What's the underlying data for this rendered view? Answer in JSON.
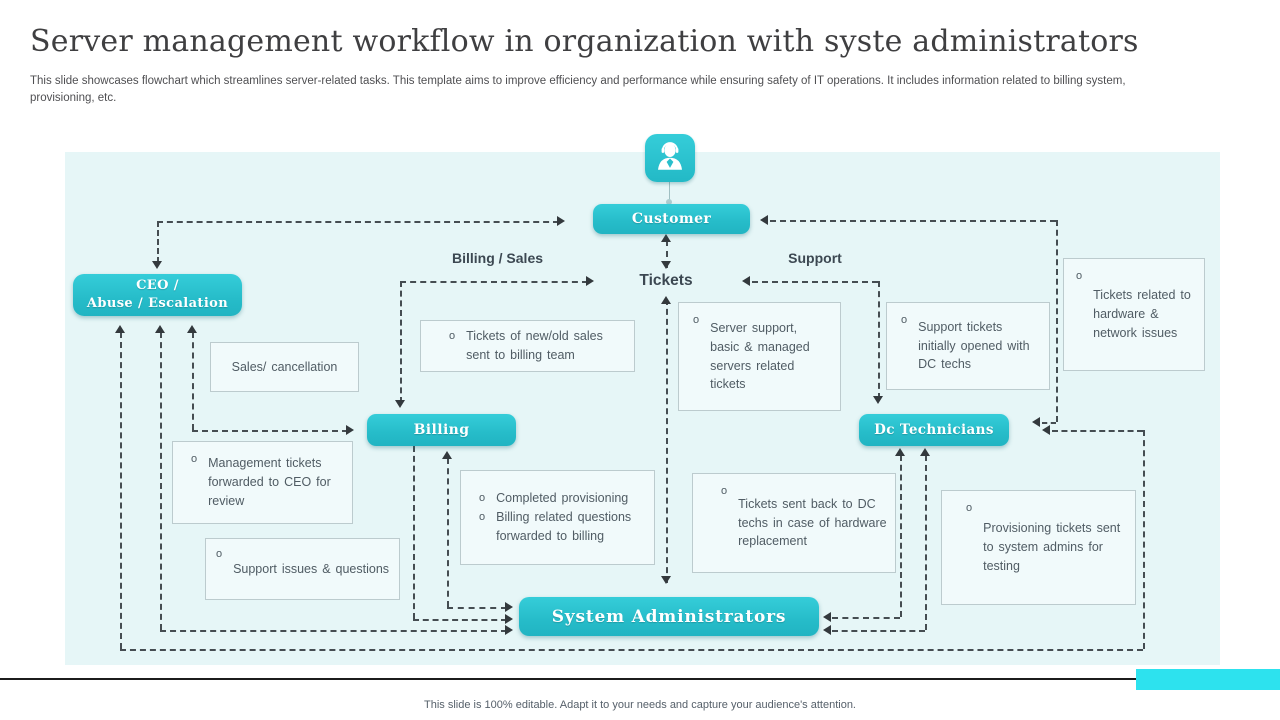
{
  "slide": {
    "title": "Server management workflow in organization with syste administrators",
    "description": "This slide showcases flowchart which streamlines server-related tasks. This template aims to improve efficiency and performance while ensuring safety of IT  operations. It includes information related to billing system, provisioning, etc.",
    "footer_note": "This slide is 100% editable. Adapt it to your needs and capture your audience's attention."
  },
  "nodes": {
    "customer": {
      "label": "Customer"
    },
    "ceo": {
      "line1": "CEO /",
      "line2": "Abuse / Escalation"
    },
    "billing": {
      "label": "Billing"
    },
    "dc_technicians": {
      "label": "Dc Technicians"
    },
    "system_administrators": {
      "label": "System Administrators"
    }
  },
  "flow_labels": {
    "billing_sales": "Billing / Sales",
    "support": "Support",
    "tickets": "Tickets"
  },
  "notes": {
    "sales_cancellation": {
      "text": "Sales/ cancellation"
    },
    "new_old_sales": {
      "bullet": "o",
      "text": "Tickets of new/old sales sent to billing team"
    },
    "server_support": {
      "bullet": "o",
      "text": "Server support, basic & managed servers related tickets"
    },
    "support_tickets_dc": {
      "bullet": "o",
      "text": "Support tickets initially opened with DC techs"
    },
    "hardware_network": {
      "bullet": "o",
      "text": "Tickets related to hardware & network issues"
    },
    "management_tickets": {
      "bullet": "o",
      "text": "Management tickets forwarded to CEO for review"
    },
    "support_issues": {
      "bullet": "o",
      "text": "Support issues & questions"
    },
    "completed_provisioning": {
      "bullet": "o",
      "items": [
        "Completed provisioning",
        "Billing related questions forwarded to billing"
      ]
    },
    "tickets_sent_back": {
      "bullet": "o",
      "text": "Tickets sent back to DC techs in case of hardware replacement"
    },
    "provisioning_tickets": {
      "bullet": "o",
      "text": "Provisioning tickets sent to system admins for testing"
    }
  },
  "icons": {
    "customer": "person-headset-icon"
  },
  "colors": {
    "accent_teal": "#26BCC9",
    "accent_bright_cyan": "#2DE2EE",
    "diagram_background": "#E6F6F7",
    "connector": "#454D52",
    "note_border": "#BCCBCE",
    "text_dark": "#3F3F41",
    "text_body": "#505C64"
  }
}
